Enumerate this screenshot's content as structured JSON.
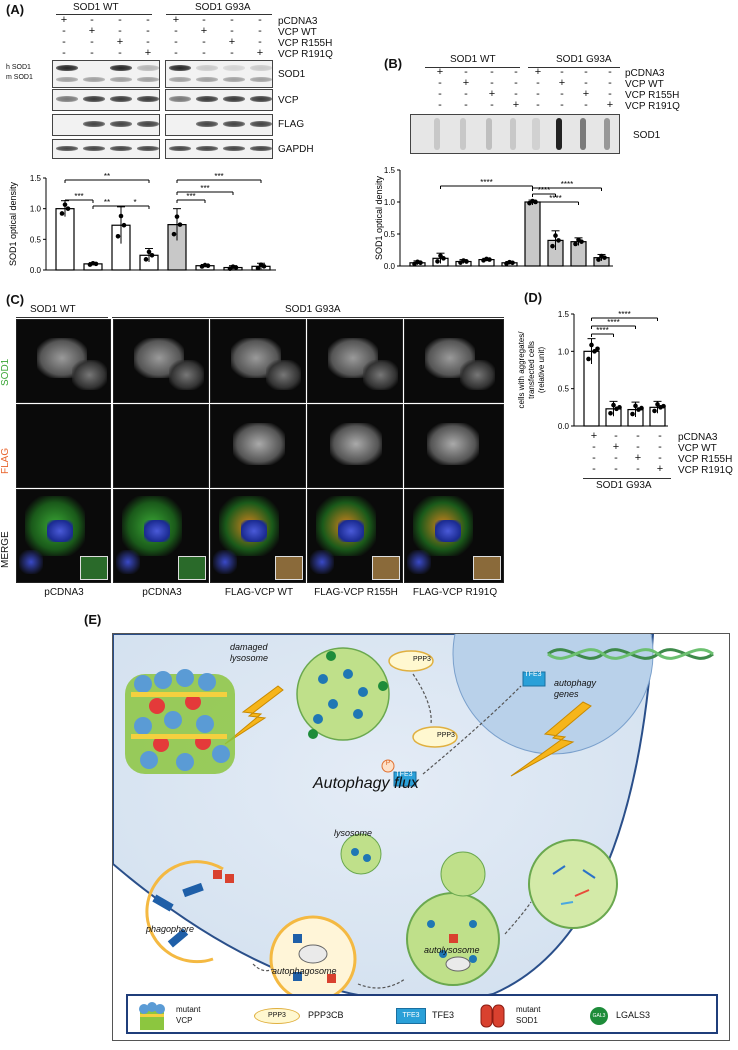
{
  "panelA": {
    "label": "(A)",
    "group_wt": "SOD1 WT",
    "group_mut": "SOD1 G93A",
    "rows": [
      "pCDNA3",
      "VCP WT",
      "VCP R155H",
      "VCP R191Q"
    ],
    "signs": [
      [
        "+",
        "-",
        "-",
        "-",
        "+",
        "-",
        "-",
        "-"
      ],
      [
        "-",
        "+",
        "-",
        "-",
        "-",
        "+",
        "-",
        "-"
      ],
      [
        "-",
        "-",
        "+",
        "-",
        "-",
        "-",
        "+",
        "-"
      ],
      [
        "-",
        "-",
        "-",
        "+",
        "-",
        "-",
        "-",
        "+"
      ]
    ],
    "left_labels": [
      "h SOD1",
      "m SOD1"
    ],
    "blots": [
      "SOD1",
      "VCP",
      "FLAG",
      "GAPDH"
    ]
  },
  "panelB": {
    "label": "(B)",
    "group_wt": "SOD1 WT",
    "group_mut": "SOD1 G93A",
    "rows": [
      "pCDNA3",
      "VCP WT",
      "VCP R155H",
      "VCP R191Q"
    ],
    "signs": [
      [
        "+",
        "-",
        "-",
        "-",
        "+",
        "-",
        "-",
        "-"
      ],
      [
        "-",
        "+",
        "-",
        "-",
        "-",
        "+",
        "-",
        "-"
      ],
      [
        "-",
        "-",
        "+",
        "-",
        "-",
        "-",
        "+",
        "-"
      ],
      [
        "-",
        "-",
        "-",
        "+",
        "-",
        "-",
        "-",
        "+"
      ]
    ],
    "blot": "SOD1"
  },
  "panelC": {
    "label": "(C)",
    "group_wt": "SOD1 WT",
    "group_mut": "SOD1 G93A",
    "row_labels": [
      "SOD1",
      "FLAG",
      "MERGE"
    ],
    "col_labels": [
      "pCDNA3",
      "pCDNA3",
      "FLAG-VCP WT",
      "FLAG-VCP R155H",
      "FLAG-VCP R191Q"
    ]
  },
  "panelD": {
    "label": "(D)",
    "rows": [
      "pCDNA3",
      "VCP WT",
      "VCP R155H",
      "VCP R191Q"
    ],
    "signs": [
      [
        "+",
        "-",
        "-",
        "-"
      ],
      [
        "-",
        "+",
        "-",
        "-"
      ],
      [
        "-",
        "-",
        "+",
        "-"
      ],
      [
        "-",
        "-",
        "-",
        "+"
      ]
    ],
    "group": "SOD1 G93A"
  },
  "chart_data": [
    {
      "type": "bar",
      "panel": "A",
      "ylabel": "SOD1 optical density",
      "ylim": [
        0,
        1.5
      ],
      "yticks": [
        "0.0",
        "0.5",
        "1.0",
        "1.5"
      ],
      "values": [
        1.0,
        0.1,
        0.73,
        0.24,
        0.74,
        0.07,
        0.04,
        0.06
      ],
      "errors": [
        0.13,
        0.02,
        0.3,
        0.11,
        0.26,
        0.02,
        0.03,
        0.05
      ],
      "bar_colors": [
        "#ffffff",
        "#ffffff",
        "#ffffff",
        "#ffffff",
        "#c8c8c8",
        "#ffffff",
        "#ffffff",
        "#ffffff"
      ],
      "significance": [
        {
          "from": 0,
          "to": 1,
          "label": "***"
        },
        {
          "from": 0,
          "to": 3,
          "label": "**"
        },
        {
          "from": 1,
          "to": 2,
          "label": "**"
        },
        {
          "from": 2,
          "to": 3,
          "label": "*"
        },
        {
          "from": 4,
          "to": 5,
          "label": "***"
        },
        {
          "from": 4,
          "to": 6,
          "label": "***"
        },
        {
          "from": 4,
          "to": 7,
          "label": "***"
        }
      ]
    },
    {
      "type": "bar",
      "panel": "B",
      "ylabel": "SOD1 optical density",
      "ylim": [
        0,
        1.5
      ],
      "yticks": [
        "0.0",
        "0.5",
        "1.0",
        "1.5"
      ],
      "values": [
        0.05,
        0.12,
        0.07,
        0.1,
        0.05,
        1.0,
        0.4,
        0.38,
        0.13
      ],
      "errors": [
        0.03,
        0.08,
        0.03,
        0.02,
        0.02,
        0.03,
        0.15,
        0.06,
        0.05
      ],
      "bar_colors": [
        "#ffffff",
        "#ffffff",
        "#ffffff",
        "#ffffff",
        "#ffffff",
        "#c8c8c8",
        "#c8c8c8",
        "#c8c8c8",
        "#c8c8c8"
      ],
      "significance": [
        {
          "from": 1,
          "to": 5,
          "label": "****"
        },
        {
          "from": 5,
          "to": 6,
          "label": "****"
        },
        {
          "from": 5,
          "to": 7,
          "label": "****"
        },
        {
          "from": 5,
          "to": 8,
          "label": "****"
        }
      ]
    },
    {
      "type": "bar",
      "panel": "D",
      "ylabel": "cells with aggregates/ transfected cells (relative unit)",
      "ylim": [
        0,
        1.5
      ],
      "yticks": [
        "0.0",
        "0.5",
        "1.0",
        "1.5"
      ],
      "values": [
        1.0,
        0.23,
        0.22,
        0.25
      ],
      "errors": [
        0.17,
        0.1,
        0.1,
        0.08
      ],
      "bar_colors": [
        "#ffffff",
        "#ffffff",
        "#ffffff",
        "#ffffff"
      ],
      "significance": [
        {
          "from": 0,
          "to": 1,
          "label": "****"
        },
        {
          "from": 0,
          "to": 2,
          "label": "****"
        },
        {
          "from": 0,
          "to": 3,
          "label": "****"
        }
      ]
    }
  ],
  "panelE": {
    "label": "(E)",
    "damaged_lysosome": "damaged lysosome",
    "ppp3_label": "PPP3",
    "tfe3_label": "TFE3",
    "p_label": "P",
    "autophagy_genes": "autophagy genes",
    "flux_title": "Autophagy flux",
    "lysosome": "lysosome",
    "phagophore": "phagophore",
    "autophagosome": "autophagosome",
    "autolysosome": "autolysosome",
    "legend": {
      "vcp": "mutant VCP",
      "ppp3_icon": "PPP3",
      "ppp3": "PPP3CB",
      "tfe3_icon": "TFE3",
      "tfe3": "TFE3",
      "sod1": "mutant SOD1",
      "lgals3_icon": "GAL3",
      "lgals3": "LGALS3"
    }
  },
  "colors": {
    "sod1_label": "#3aa535",
    "flag_label": "#e8632b",
    "cell_bg": "#dbe6f2",
    "nucleus": "#b8cfe8",
    "lysosome_green": "#bfe08a",
    "tfe3_blue": "#2aa0d8",
    "legend_border": "#1f3d7a",
    "lightning": "#f6b51a"
  }
}
